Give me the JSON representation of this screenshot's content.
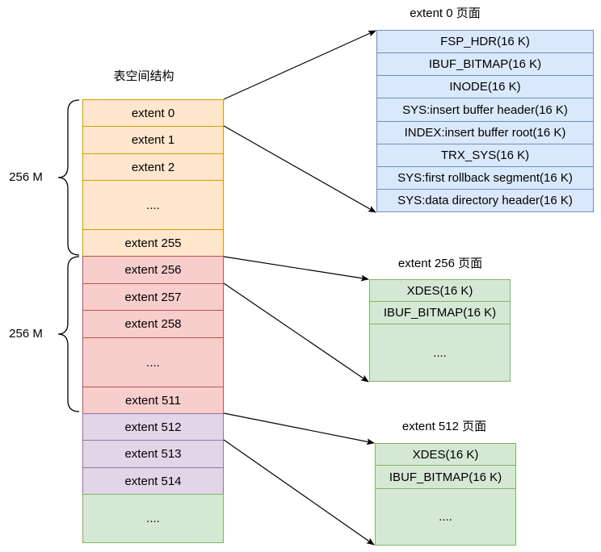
{
  "tablespace": {
    "title": "表空间结构",
    "extents": [
      {
        "label": "extent 0",
        "color": "#ffe6cc"
      },
      {
        "label": "extent 1",
        "color": "#ffe6cc"
      },
      {
        "label": "extent 2",
        "color": "#ffe6cc"
      },
      {
        "label": "....",
        "color": "#ffe6cc"
      },
      {
        "label": "extent 255",
        "color": "#ffe6cc"
      },
      {
        "label": "extent 256",
        "color": "#f8cecc"
      },
      {
        "label": "extent 257",
        "color": "#f8cecc"
      },
      {
        "label": "extent 258",
        "color": "#f8cecc"
      },
      {
        "label": "....",
        "color": "#f8cecc"
      },
      {
        "label": "extent 511",
        "color": "#f8cecc"
      },
      {
        "label": "extent 512",
        "color": "#e1d5e7"
      },
      {
        "label": "extent 513",
        "color": "#e1d5e7"
      },
      {
        "label": "extent 514",
        "color": "#e1d5e7"
      },
      {
        "label": "....",
        "color": "#d5e8d4"
      }
    ]
  },
  "groups": [
    {
      "size_label": "256 M"
    },
    {
      "size_label": "256 M"
    }
  ],
  "panels": [
    {
      "title": "extent 0 页面",
      "color": "#dae8fc",
      "pages": [
        "FSP_HDR(16 K)",
        "IBUF_BITMAP(16 K)",
        "INODE(16 K)",
        "SYS:insert buffer header(16 K)",
        "INDEX:insert buffer root(16 K)",
        "TRX_SYS(16 K)",
        "SYS:first rollback segment(16 K)",
        "SYS:data directory header(16 K)"
      ]
    },
    {
      "title": "extent 256 页面",
      "color": "#d5e8d4",
      "pages": [
        "XDES(16 K)",
        "IBUF_BITMAP(16 K)",
        "...."
      ]
    },
    {
      "title": "extent 512 页面",
      "color": "#d5e8d4",
      "pages": [
        "XDES(16 K)",
        "IBUF_BITMAP(16 K)",
        "...."
      ]
    }
  ]
}
